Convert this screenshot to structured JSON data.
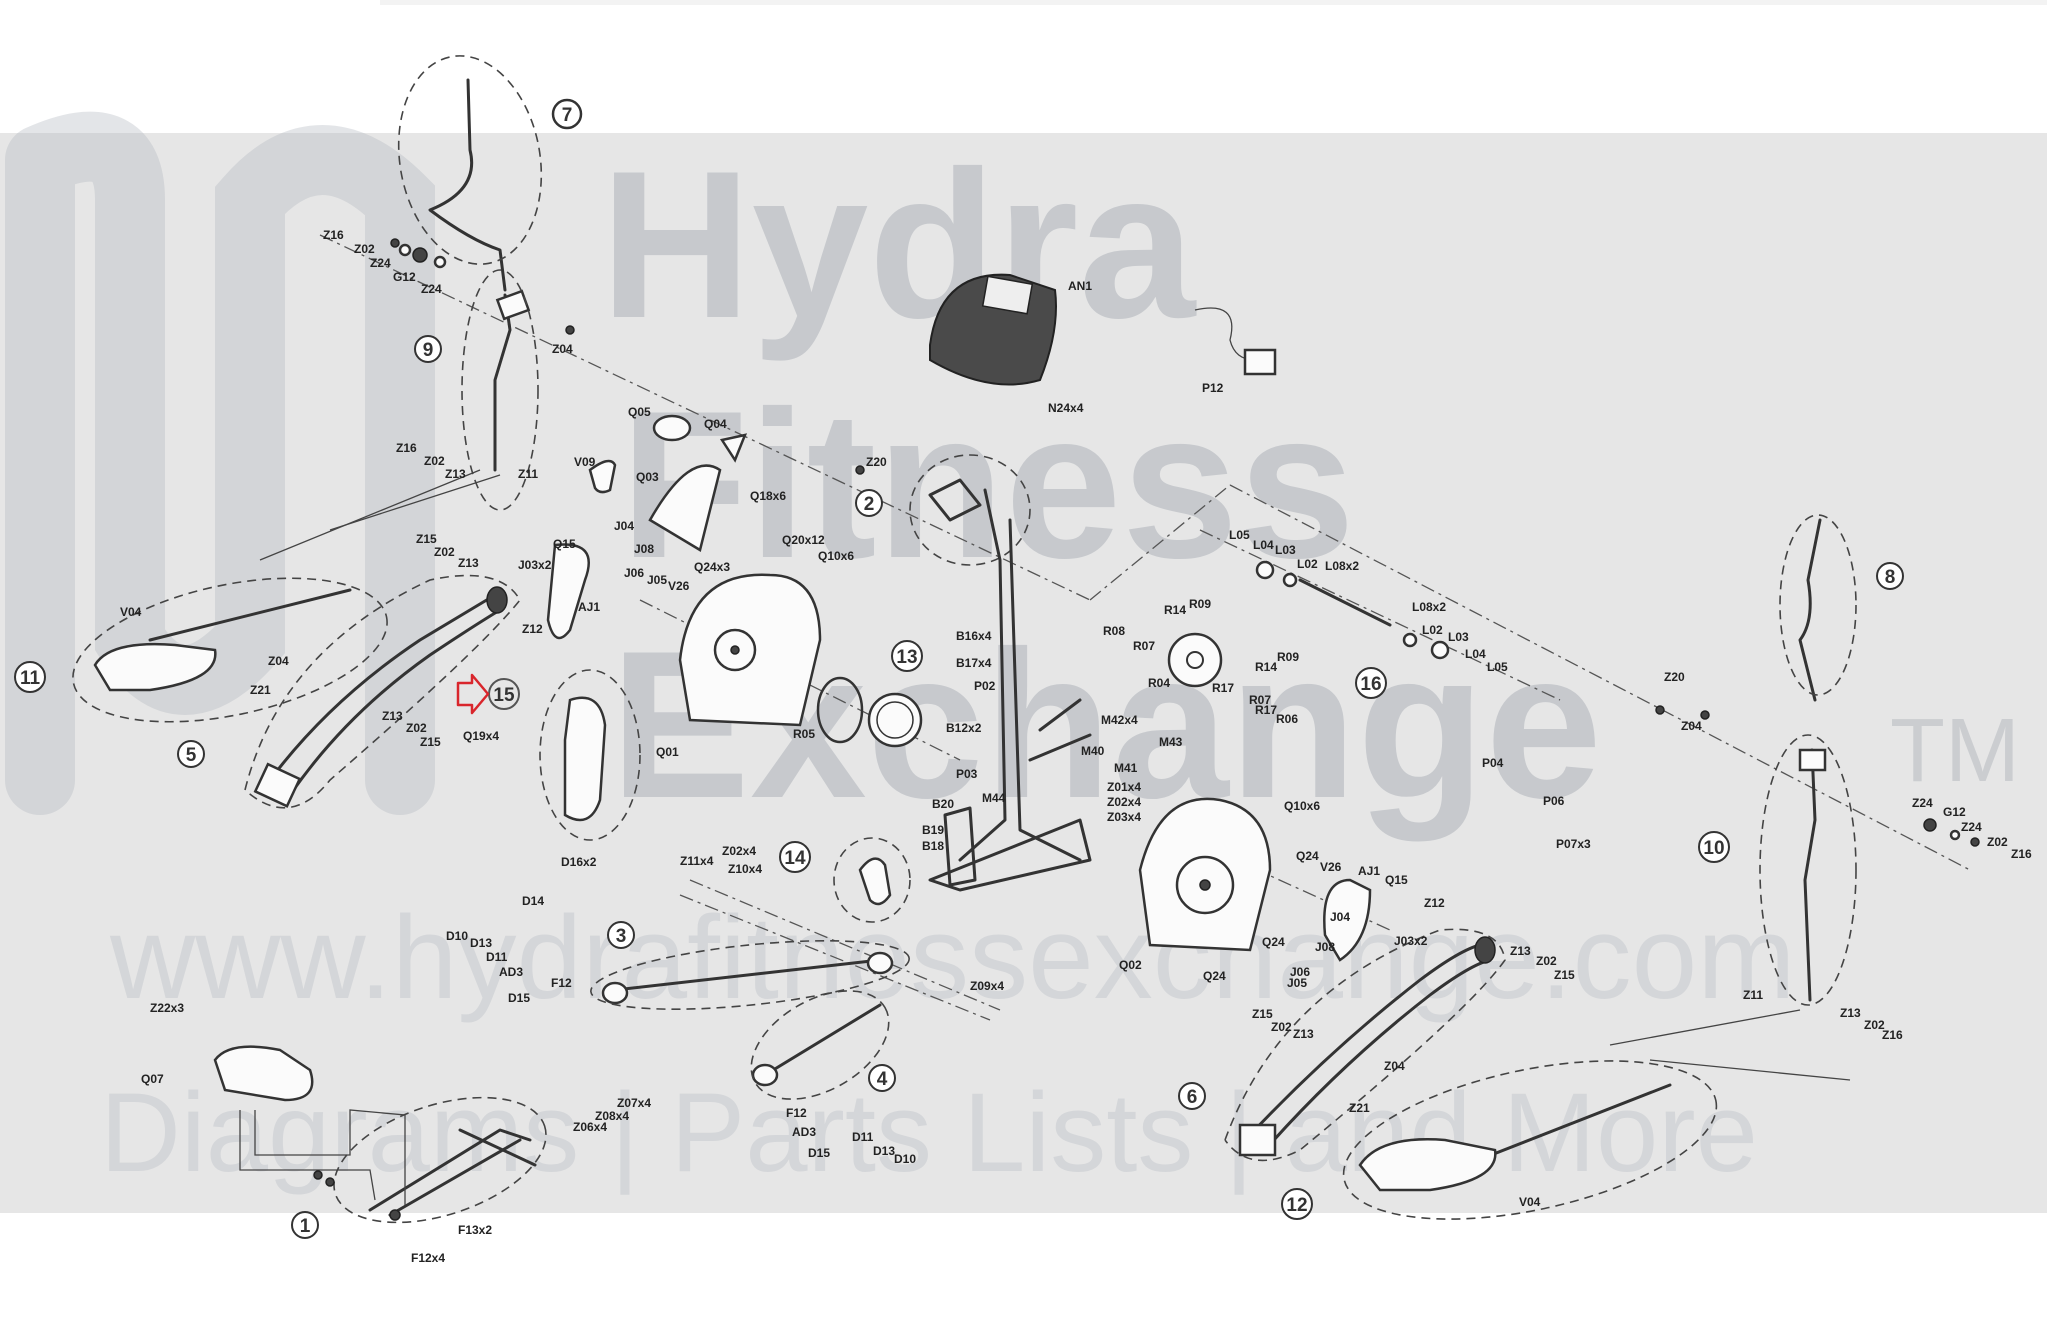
{
  "watermark": {
    "brand_line1": "Hydra",
    "brand_line2": "Fitness",
    "brand_line3": "Exchange",
    "trademark": "TM",
    "url": "www.hydrafitnessexchange.com",
    "tagline": "Diagrams | Parts Lists | and More"
  },
  "callouts": [
    "1",
    "2",
    "3",
    "4",
    "5",
    "6",
    "7",
    "8",
    "9",
    "10",
    "11",
    "12",
    "13",
    "14",
    "15",
    "16"
  ],
  "highlight": {
    "callout": "15",
    "arrow_color": "#d9262c"
  },
  "part_labels": {
    "p_an1": "AN1",
    "p_n24x4": "N24x4",
    "p_p12": "P12",
    "p_q05": "Q05",
    "p_q04": "Q04",
    "p_v09": "V09",
    "p_q03": "Q03",
    "p_z20a": "Z20",
    "p_q18x6": "Q18x6",
    "p_q20x12": "Q20x12",
    "p_z16a": "Z16",
    "p_z02a": "Z02",
    "p_z24a": "Z24",
    "p_g12a": "G12",
    "p_z24b": "Z24",
    "p_z04a": "Z04",
    "p_z16b": "Z16",
    "p_z02b": "Z02",
    "p_z13a": "Z13",
    "p_z11a": "Z11",
    "p_z15a": "Z15",
    "p_z02c": "Z02",
    "p_z13b": "Z13",
    "p_j03x2a": "J03x2",
    "p_q15a": "Q15",
    "p_j04a": "J04",
    "p_j08a": "J08",
    "p_j06a": "J06",
    "p_j05a": "J05",
    "p_v26a": "V26",
    "p_q24x3": "Q24x3",
    "p_q10x6a": "Q10x6",
    "p_aj1a": "AJ1",
    "p_z12a": "Z12",
    "p_v04a": "V04",
    "p_z04b": "Z04",
    "p_z21a": "Z21",
    "p_z13c": "Z13",
    "p_z02d": "Z02",
    "p_z15b": "Z15",
    "p_q19x4": "Q19x4",
    "p_q01": "Q01",
    "p_r05": "R05",
    "p_b16x4": "B16x4",
    "p_b17x4": "B17x4",
    "p_p02": "P02",
    "p_b12x2": "B12x2",
    "p_m42x4": "M42x4",
    "p_m40": "M40",
    "p_m41": "M41",
    "p_m43": "M43",
    "p_p03": "P03",
    "p_m44": "M44",
    "p_z01x4": "Z01x4",
    "p_z02x4a": "Z02x4",
    "p_z03x4": "Z03x4",
    "p_b20": "B20",
    "p_b19": "B19",
    "p_b18": "B18",
    "p_r08": "R08",
    "p_r14a": "R14",
    "p_r09a": "R09",
    "p_r07a": "R07",
    "p_r04": "R04",
    "p_r17a": "R17",
    "p_r14b": "R14",
    "p_r09b": "R09",
    "p_r07b": "R07",
    "p_r17b": "R17",
    "p_r06": "R06",
    "p_l05a": "L05",
    "p_l04a": "L04",
    "p_l03a": "L03",
    "p_l02a": "L02",
    "p_l08x2a": "L08x2",
    "p_l08x2b": "L08x2",
    "p_l02b": "L02",
    "p_l03b": "L03",
    "p_l04b": "L04",
    "p_l05b": "L05",
    "p_z20b": "Z20",
    "p_z04c": "Z04",
    "p_p04": "P04",
    "p_p06": "P06",
    "p_p07x3": "P07x3",
    "p_z24c": "Z24",
    "p_g12b": "G12",
    "p_z24d": "Z24",
    "p_z02e": "Z02",
    "p_z16c": "Z16",
    "p_d16x2": "D16x2",
    "p_d14": "D14",
    "p_d10a": "D10",
    "p_d13a": "D13",
    "p_d11a": "D11",
    "p_ad3a": "AD3",
    "p_f12a": "F12",
    "p_d15a": "D15",
    "p_z11x4": "Z11x4",
    "p_z02x4b": "Z02x4",
    "p_z10x4": "Z10x4",
    "p_z09x4": "Z09x4",
    "p_z22x3": "Z22x3",
    "p_q07": "Q07",
    "p_z07x4": "Z07x4",
    "p_z08x4": "Z08x4",
    "p_z06x4": "Z06x4",
    "p_f13x2": "F13x2",
    "p_f12x4": "F12x4",
    "p_f12b": "F12",
    "p_ad3b": "AD3",
    "p_d11b": "D11",
    "p_d15b": "D15",
    "p_d13b": "D13",
    "p_d10b": "D10",
    "p_q10x6b": "Q10x6",
    "p_q24a": "Q24",
    "p_v26b": "V26",
    "p_aj1b": "AJ1",
    "p_q15b": "Q15",
    "p_z12b": "Z12",
    "p_j04b": "J04",
    "p_q24b": "Q24",
    "p_j08b": "J08",
    "p_j06b": "J06",
    "p_j05b": "J05",
    "p_j03x2b": "J03x2",
    "p_q02": "Q02",
    "p_q24c": "Q24",
    "p_z13d": "Z13",
    "p_z02f": "Z02",
    "p_z15c": "Z15",
    "p_z15d": "Z15",
    "p_z02g": "Z02",
    "p_z13e": "Z13",
    "p_z04d": "Z04",
    "p_z21b": "Z21",
    "p_z11b": "Z11",
    "p_z13f": "Z13",
    "p_z02h": "Z02",
    "p_z16d": "Z16",
    "p_v04b": "V04"
  }
}
